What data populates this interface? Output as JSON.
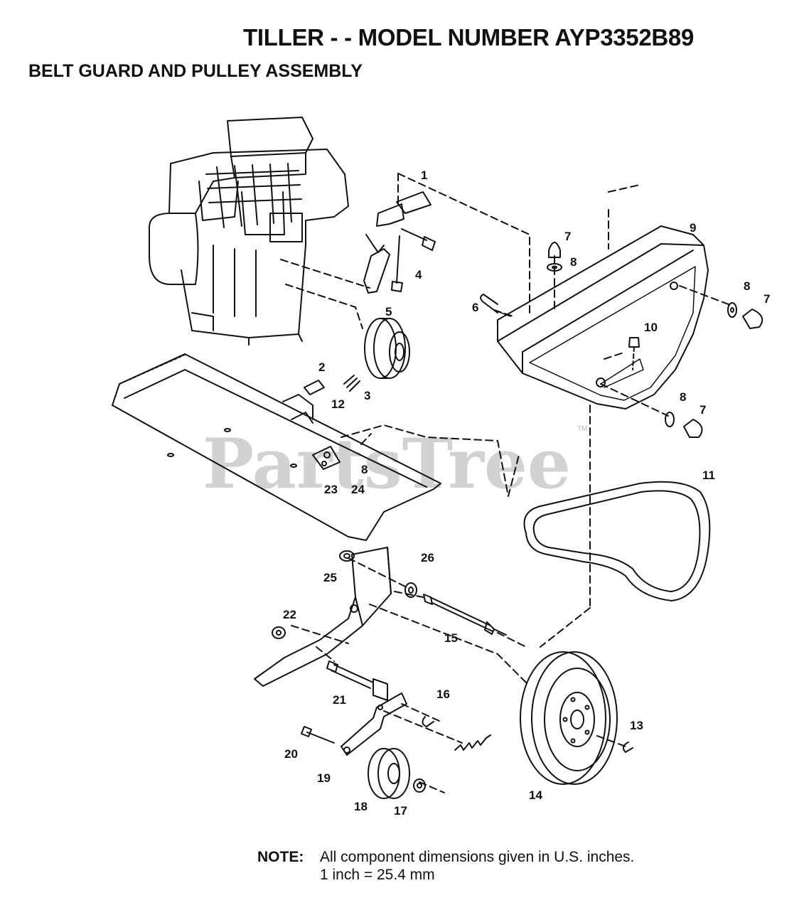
{
  "title": "TILLER - - MODEL NUMBER AYP3352B89",
  "subtitle": "BELT GUARD AND PULLEY ASSEMBLY",
  "watermark": "PartsTree",
  "watermark_tm": "TM",
  "note": {
    "label": "NOTE:",
    "line1": "All component dimensions given in U.S. inches.",
    "line2": "1 inch = 25.4 mm"
  },
  "callouts": [
    "1",
    "2",
    "3",
    "4",
    "5",
    "6",
    "7",
    "8",
    "9",
    "10",
    "11",
    "12",
    "13",
    "14",
    "15",
    "16",
    "17",
    "18",
    "19",
    "20",
    "21",
    "22",
    "23",
    "24",
    "25",
    "26"
  ],
  "colors": {
    "ink": "#111111",
    "watermark": "#d2d2d2",
    "background": "#ffffff"
  }
}
